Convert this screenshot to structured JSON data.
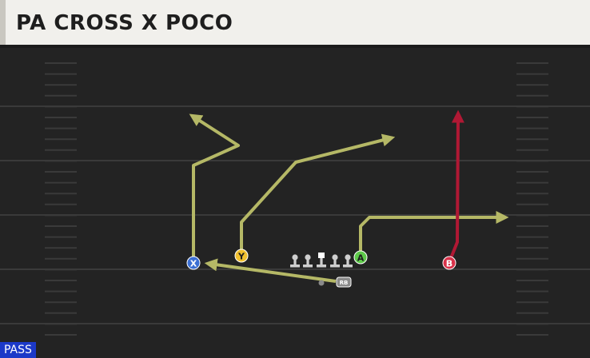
{
  "play": {
    "title": "PA CROSS X POCO",
    "type": "PASS"
  },
  "colors": {
    "field": "#232323",
    "yard_line": "#3a3a3a",
    "hash": "#3a3a3a",
    "route_standard": "#b5b866",
    "route_primary": "#b01834",
    "lineman": "#cfcfcf"
  },
  "players": [
    {
      "label": "X",
      "color": "#3b6fd3",
      "route": "standard"
    },
    {
      "label": "Y",
      "color": "#f0c030",
      "route": "standard"
    },
    {
      "label": "A",
      "color": "#5ec94a",
      "route": "standard"
    },
    {
      "label": "B",
      "color": "#d9324a",
      "route": "primary"
    },
    {
      "label": "RB",
      "color": "#8a8a8a",
      "route": "standard"
    }
  ]
}
